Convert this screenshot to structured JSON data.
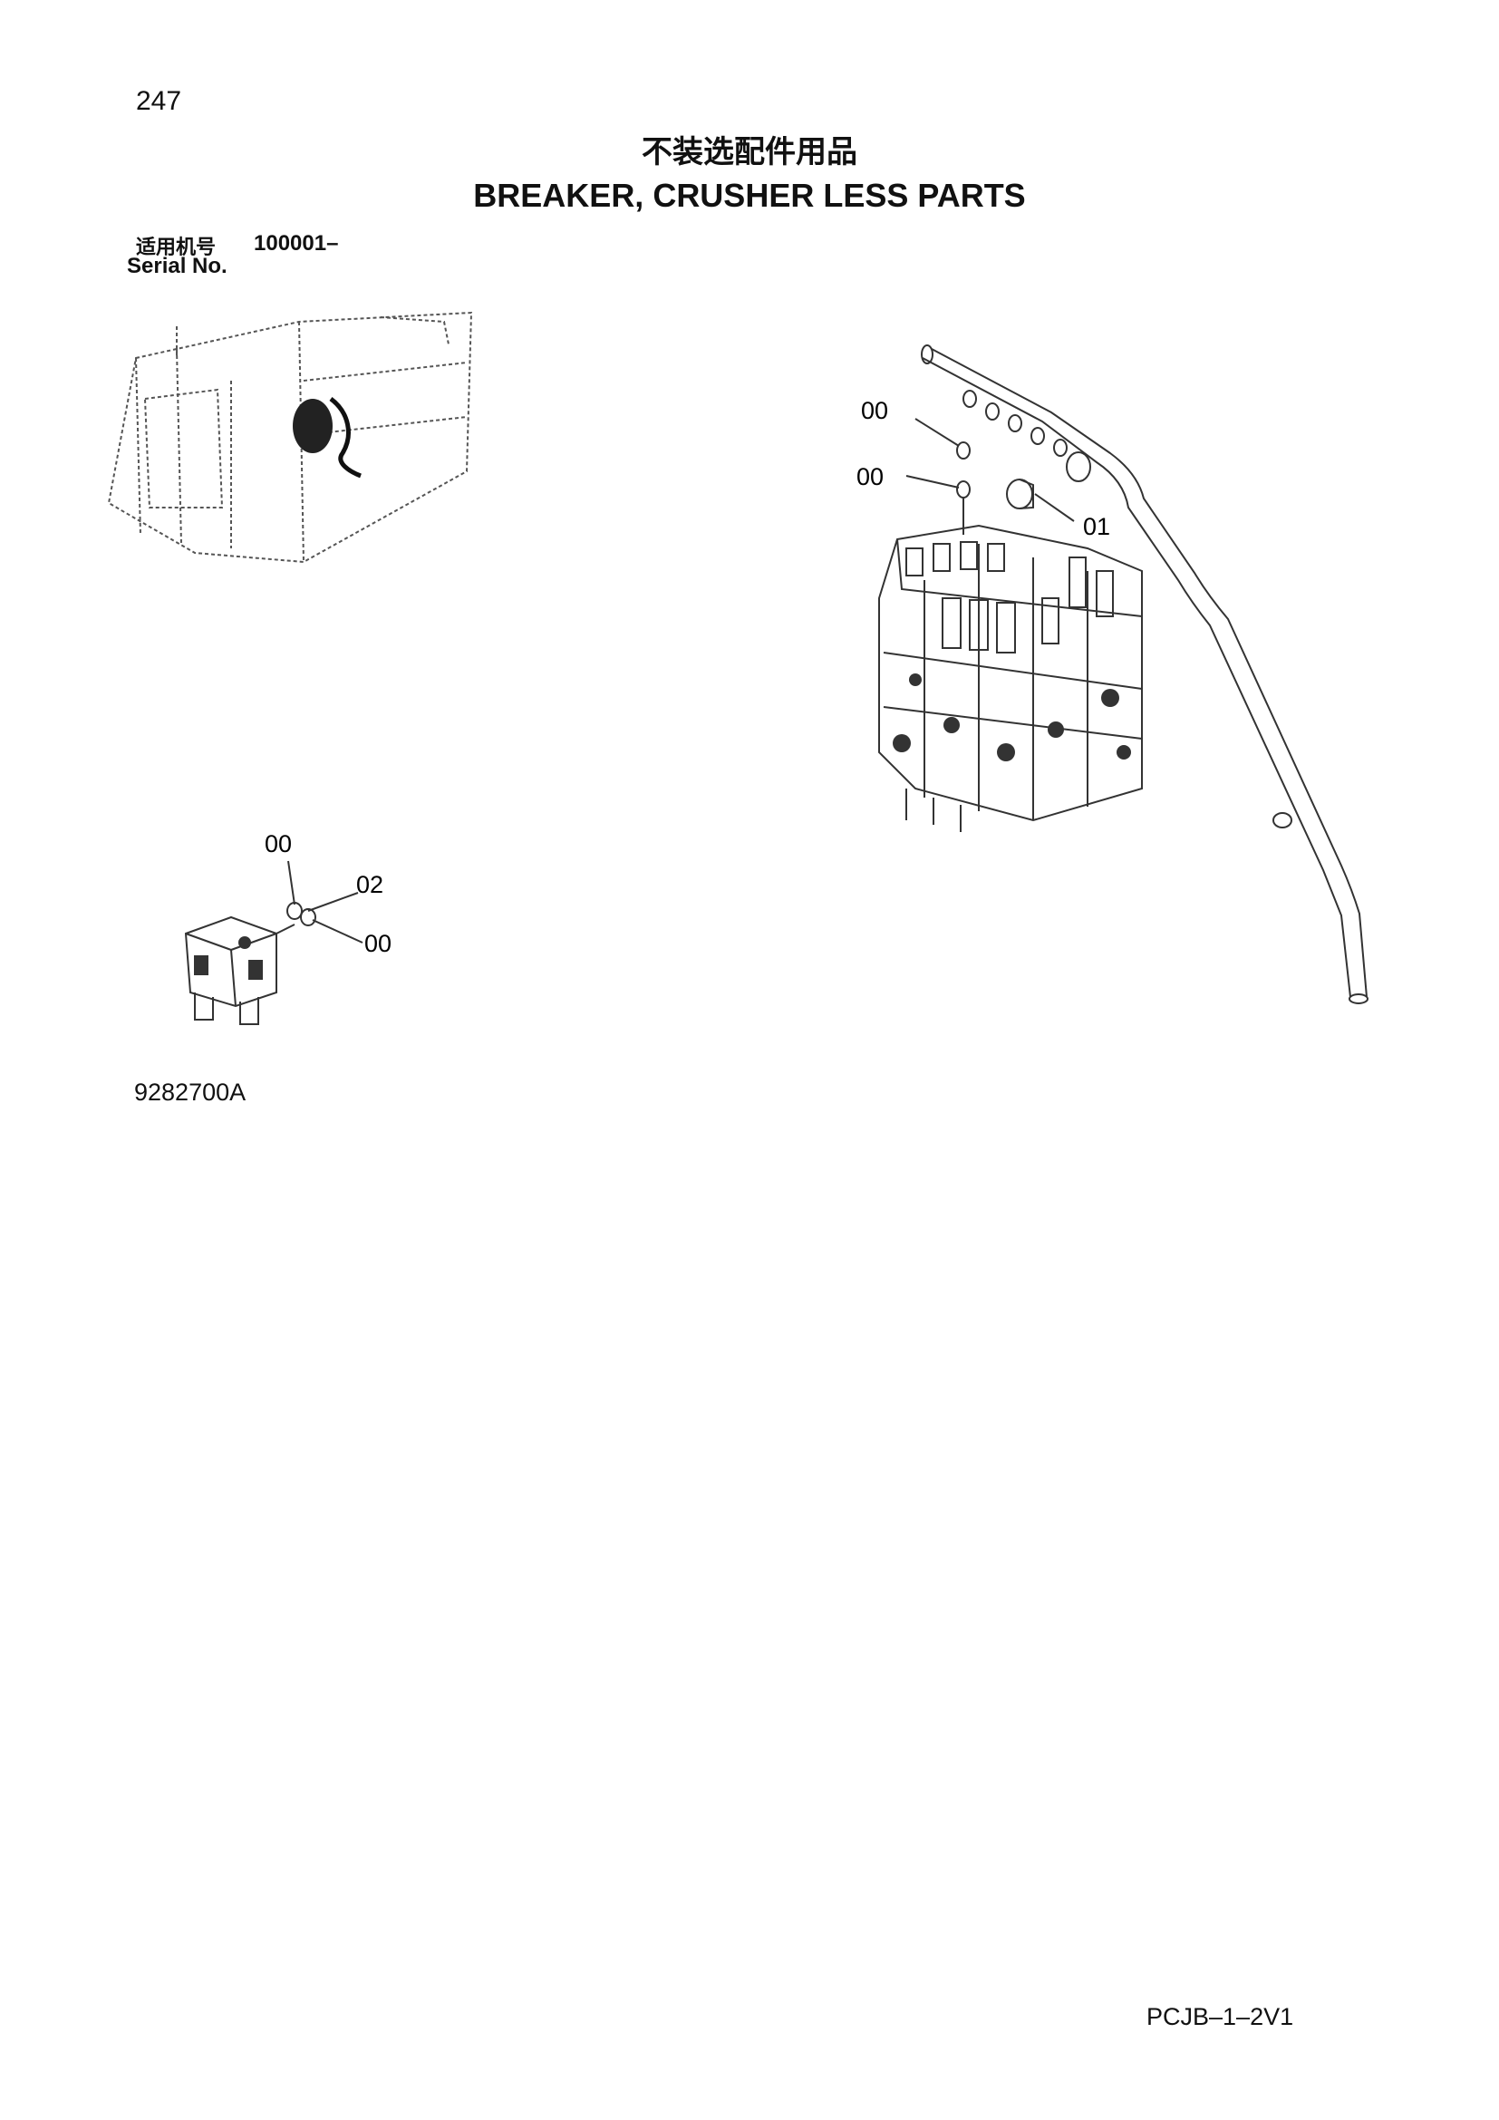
{
  "page": {
    "number": "247",
    "title_cn": "不装选配件用品",
    "title_en": "BREAKER, CRUSHER LESS PARTS",
    "serial_label_cn": "适用机号",
    "serial_value": "100001–",
    "serial_label_en": "Serial No.",
    "figure_code": "9282700A",
    "document_code": "PCJB–1–2V1"
  },
  "callouts": {
    "main_top": "00",
    "main_mid": "00",
    "main_fitting": "01",
    "small_top": "00",
    "small_mid": "02",
    "small_bottom": "00"
  }
}
